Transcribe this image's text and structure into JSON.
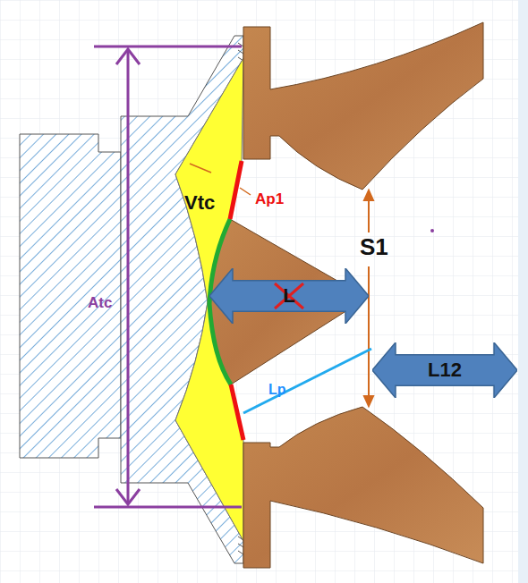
{
  "diagram": {
    "nodes": [
      {
        "text": [
          "L"
        ]
      },
      {
        "text": [
          "L12"
        ]
      }
    ],
    "labels": [
      "Vtc",
      "Ap1",
      "S1",
      "Atc",
      "Lp"
    ]
  }
}
